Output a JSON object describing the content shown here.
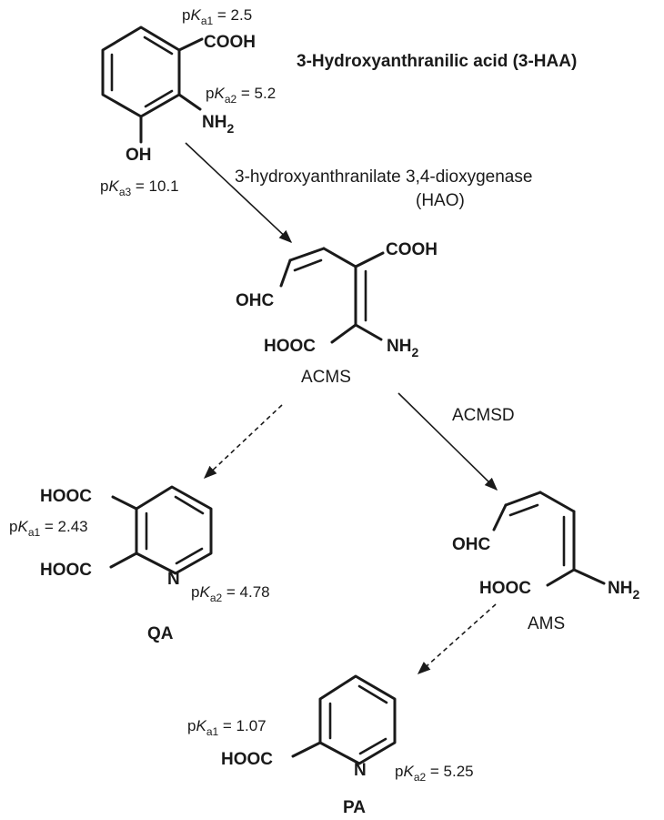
{
  "haa": {
    "title": "3-Hydroxyanthranilic acid (3-HAA)",
    "cooh": "COOH",
    "nh": "NH",
    "nh_sub": "2",
    "oh": "OH",
    "pka1": {
      "p": "p",
      "k": "K",
      "sub": "a1",
      "val": " = 2.5"
    },
    "pka2": {
      "p": "p",
      "k": "K",
      "sub": "a2",
      "val": " = 5.2"
    },
    "pka3": {
      "p": "p",
      "k": "K",
      "sub": "a3",
      "val": " = 10.1"
    }
  },
  "hao": {
    "enzyme": "3-hydroxyanthranilate 3,4-dioxygenase",
    "abbr": "(HAO)"
  },
  "acms": {
    "cooh": "COOH",
    "ohc": "OHC",
    "hooc": "HOOC",
    "nh": "NH",
    "nh_sub": "2",
    "name": "ACMS"
  },
  "acmsd": {
    "enzyme": "ACMSD"
  },
  "qa": {
    "hooc1": "HOOC",
    "hooc2": "HOOC",
    "n": "N",
    "name": "QA",
    "pka1": {
      "p": "p",
      "k": "K",
      "sub": "a1",
      "val": " = 2.43"
    },
    "pka2": {
      "p": "p",
      "k": "K",
      "sub": "a2",
      "val": " = 4.78"
    }
  },
  "ams": {
    "ohc": "OHC",
    "hooc": "HOOC",
    "nh": "NH",
    "nh_sub": "2",
    "name": "AMS"
  },
  "pa": {
    "hooc": "HOOC",
    "n": "N",
    "name": "PA",
    "pka1": {
      "p": "p",
      "k": "K",
      "sub": "a1",
      "val": " = 1.07"
    },
    "pka2": {
      "p": "p",
      "k": "K",
      "sub": "a2",
      "val": " = 5.25"
    }
  }
}
